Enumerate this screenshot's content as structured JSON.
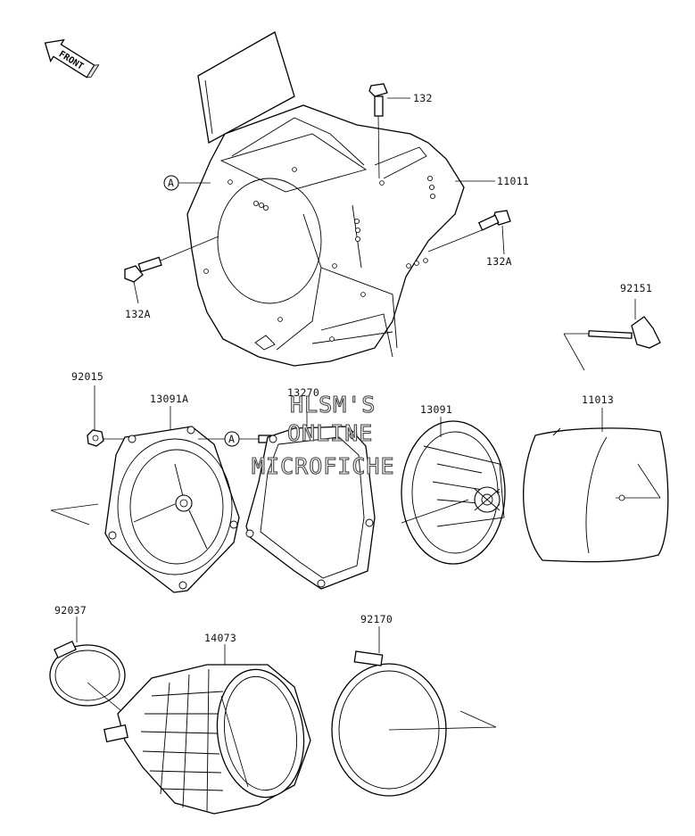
{
  "front_arrow": {
    "label": "FRONT",
    "icon": "front-arrow-icon"
  },
  "parts": {
    "p132": "132",
    "p11011": "11011",
    "p132a_right": "132A",
    "p132a_left": "132A",
    "p92151": "92151",
    "p92015": "92015",
    "p13091a": "13091A",
    "p13270": "13270",
    "p13091": "13091",
    "p11013": "11013",
    "p92037": "92037",
    "p14073": "14073",
    "p92170": "92170"
  },
  "ref_markers": {
    "a1": "A",
    "a2": "A"
  },
  "watermark": {
    "line1": "HLSM'S",
    "line2": "ONLINE",
    "line3": "MICROFICHE"
  }
}
